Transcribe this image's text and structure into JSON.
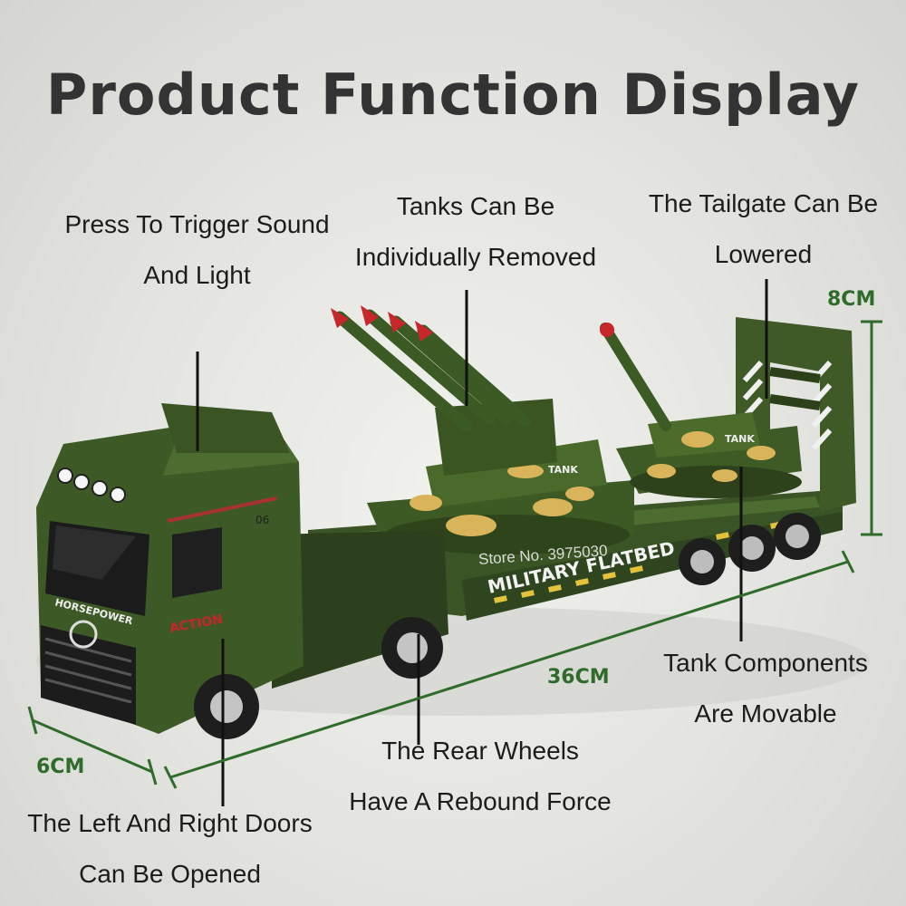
{
  "title": "Product Function Display",
  "callouts": {
    "sound_light": [
      "Press To Trigger Sound",
      "And Light"
    ],
    "tanks_removed": [
      "Tanks Can Be",
      "Individually Removed"
    ],
    "tailgate": [
      "The Tailgate Can Be",
      "Lowered"
    ],
    "tank_components": [
      "Tank Components",
      "Are Movable"
    ],
    "rear_wheels": [
      "The Rear Wheels",
      "Have A Rebound Force"
    ],
    "doors": [
      "The Left And Right Doors",
      "Can Be Opened"
    ]
  },
  "dimensions": {
    "height": "8CM",
    "length": "36CM",
    "width": "6CM"
  },
  "vehicle_markings": {
    "trailer_text": "MILITARY FLATBED",
    "tank_label": "TANK",
    "grille_text": "HORSEPOWER",
    "door_text": "ACTION",
    "cab_number": "06",
    "watermark": "Store No. 3975030"
  },
  "colors": {
    "vehicle_green": "#3d5a26",
    "camo_yellow": "#d9b45a",
    "dimension_green": "#2f6b2a",
    "missile_red": "#c7262b"
  }
}
